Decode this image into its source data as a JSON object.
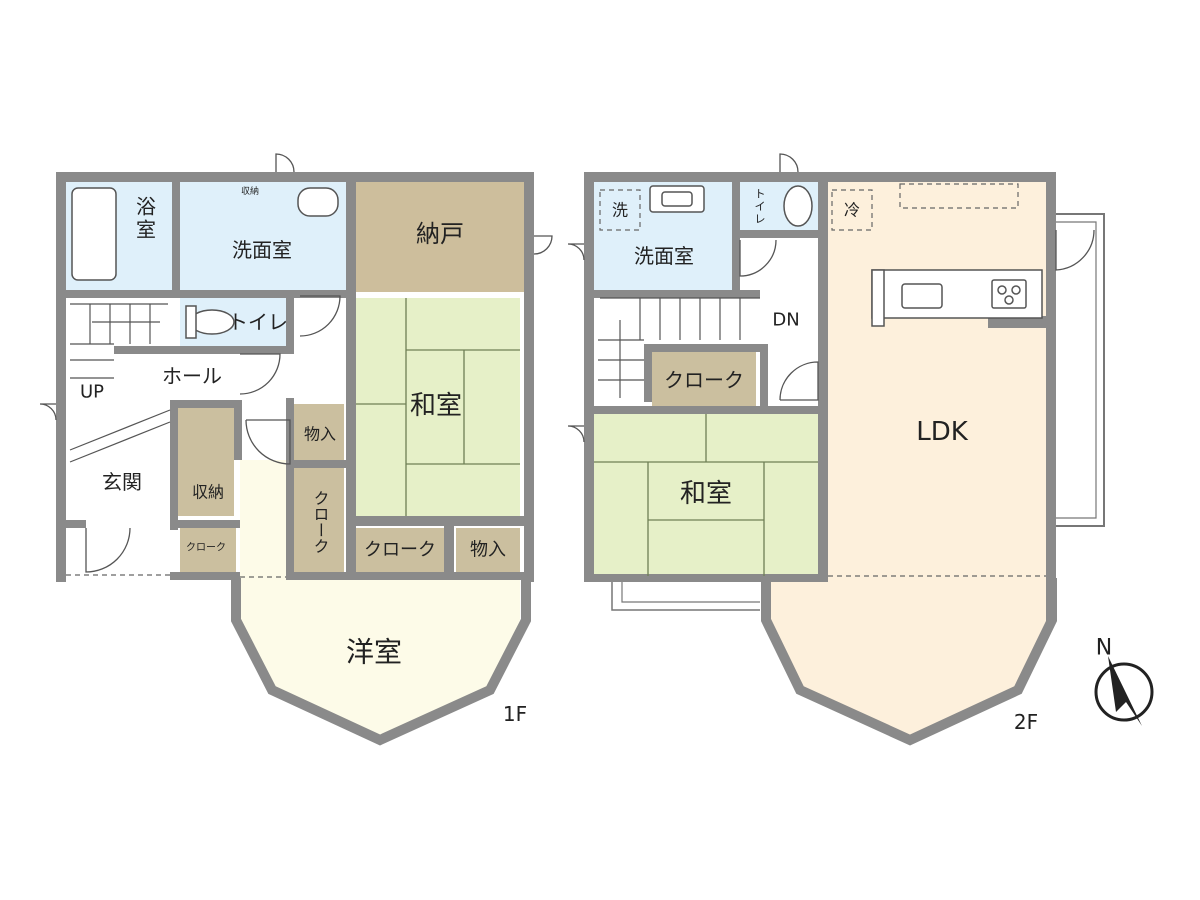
{
  "colors": {
    "wet": "#dff0fa",
    "storage": "#cbbf9f",
    "nando": "#cdbe9c",
    "washitsu": "#e6f0c8",
    "yoshitsu": "#fdfbe8",
    "ldk": "#fdf0dc",
    "hall": "#ffffff",
    "wall": "#8a8a8a"
  },
  "floor1": {
    "label": "1F",
    "rooms": {
      "bath": "浴\n室",
      "wash": "洗面室",
      "storage_small": "収納",
      "nando": "納戸",
      "toilet": "トイレ",
      "hall": "ホール",
      "up": "UP",
      "washitsu": "和室",
      "monoire_a": "物入",
      "cloak_vertical": "クローク",
      "genkan": "玄関",
      "shuno": "収納",
      "cloak_small": "クローク",
      "cloak_b": "クローク",
      "monoire_b": "物入",
      "yoshitsu": "洋室"
    }
  },
  "floor2": {
    "label": "2F",
    "rooms": {
      "sen": "洗",
      "wash": "洗面室",
      "toilet": "ト\nイ\nレ",
      "rei": "冷",
      "dn": "DN",
      "cloak": "クローク",
      "ldk": "LDK",
      "washitsu": "和室"
    }
  },
  "compass": {
    "label": "N",
    "icon": "north-arrow-icon"
  }
}
